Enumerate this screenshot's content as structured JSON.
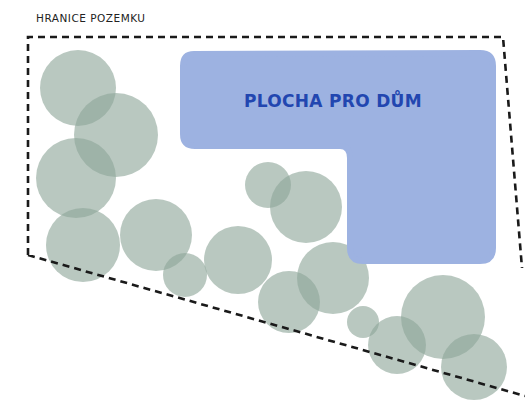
{
  "diagram": {
    "nodes": [
      {
        "text": [
          "HRANICE POZEMKU"
        ]
      },
      {
        "text": [
          "PLOCHA PRO DŮM"
        ],
        "in": 0
      }
    ]
  }
}
